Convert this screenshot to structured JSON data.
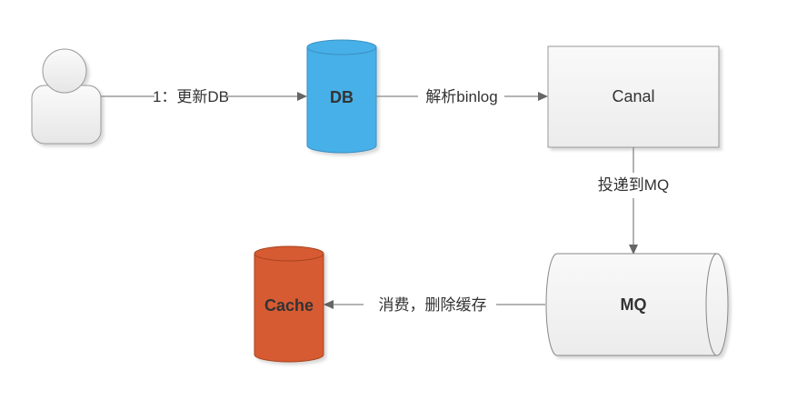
{
  "diagram": {
    "nodes": {
      "user": {
        "name": "user",
        "icon": "user-icon"
      },
      "db": {
        "label": "DB",
        "color": "#47b0e8"
      },
      "canal": {
        "label": "Canal",
        "color": "#f2f2f2"
      },
      "mq": {
        "label": "MQ",
        "color": "#f4f4f4"
      },
      "cache": {
        "label": "Cache",
        "color": "#d65a31"
      }
    },
    "edges": {
      "user_to_db": {
        "label": "1：更新DB"
      },
      "db_to_canal": {
        "label": "解析binlog"
      },
      "canal_to_mq": {
        "label": "投递到MQ"
      },
      "mq_to_cache": {
        "label": "消费，删除缓存"
      }
    }
  }
}
